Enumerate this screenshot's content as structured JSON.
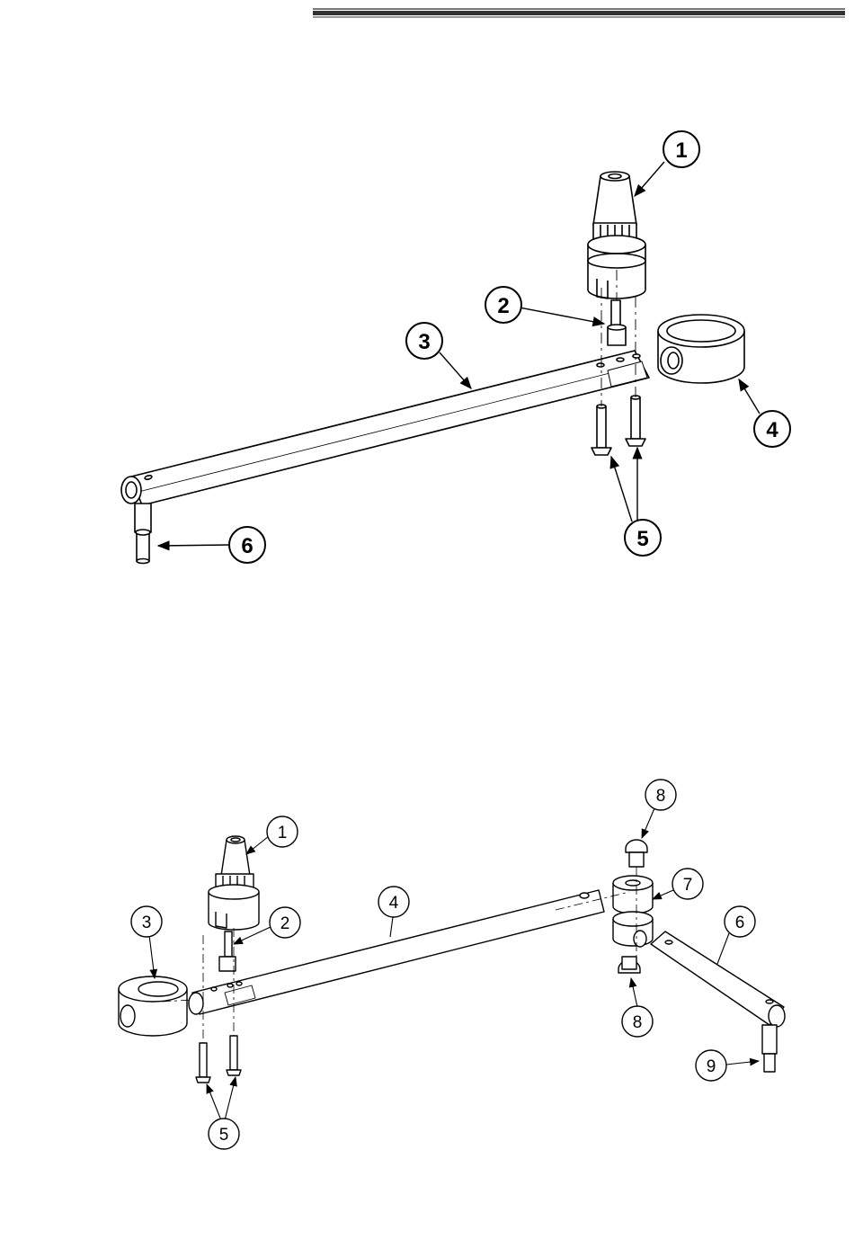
{
  "top_assembly": {
    "callouts": [
      {
        "id": "1",
        "label": "1"
      },
      {
        "id": "2",
        "label": "2"
      },
      {
        "id": "3",
        "label": "3"
      },
      {
        "id": "4",
        "label": "4"
      },
      {
        "id": "5",
        "label": "5"
      },
      {
        "id": "6",
        "label": "6"
      }
    ]
  },
  "bottom_assembly": {
    "callouts": [
      {
        "id": "1",
        "label": "1"
      },
      {
        "id": "2",
        "label": "2"
      },
      {
        "id": "3",
        "label": "3"
      },
      {
        "id": "4",
        "label": "4"
      },
      {
        "id": "5",
        "label": "5"
      },
      {
        "id": "6",
        "label": "6"
      },
      {
        "id": "7",
        "label": "7"
      },
      {
        "id": "8a",
        "label": "8"
      },
      {
        "id": "8b",
        "label": "8"
      },
      {
        "id": "9",
        "label": "9"
      }
    ]
  },
  "colors": {
    "line": "#000000",
    "paper": "#ffffff",
    "rule": "#555555"
  }
}
